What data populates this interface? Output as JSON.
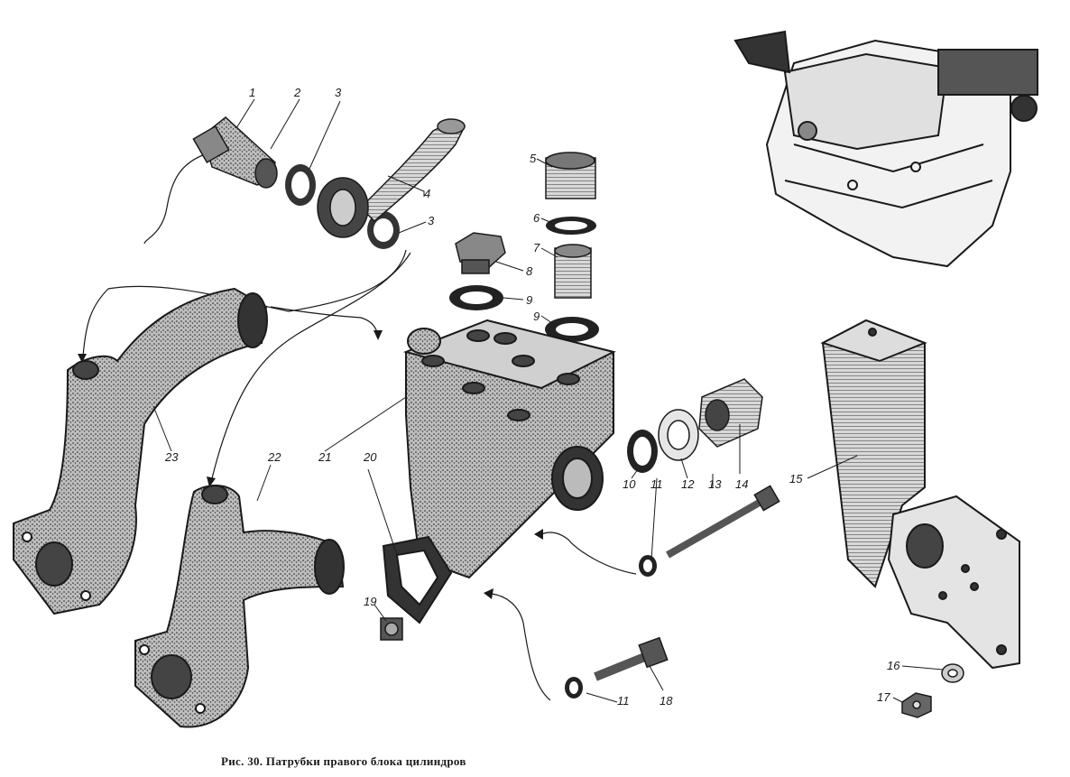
{
  "caption": "Рис. 30. Патрубки правого блока цилиндров",
  "labels": {
    "l1": "1",
    "l2": "2",
    "l3a": "3",
    "l3b": "3",
    "l4": "4",
    "l5": "5",
    "l6": "6",
    "l7": "7",
    "l8": "8",
    "l9a": "9",
    "l9b": "9",
    "l10": "10",
    "l11a": "11",
    "l11b": "11",
    "l12": "12",
    "l13": "13",
    "l14": "14",
    "l15": "15",
    "l16": "16",
    "l17": "17",
    "l18": "18",
    "l19": "19",
    "l20": "20",
    "l21": "21",
    "l22": "22",
    "l23": "23"
  },
  "colors": {
    "ink": "#1a1a1a",
    "metal": "#9a9a9a",
    "metal_dark": "#555555",
    "paper": "#ffffff"
  }
}
